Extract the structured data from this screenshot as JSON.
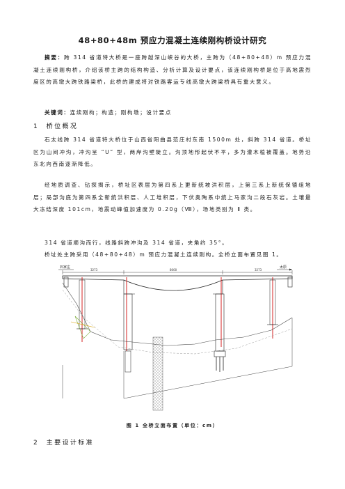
{
  "title": "48+80+48m 预应力混凝土连续刚构桥设计研究",
  "abstract": {
    "label": "摘要：",
    "text": "跨 314 省道特大桥是一座跨越深山峡谷的大桥，主跨为（48+80+48）m 预应力混凝土连续刚构桥，介绍该桥主跨的结构构造、分析计算及设计要点，该连续刚构桥是位于高地震烈度区的高墩大跨铁路梁桥，此桥的建成将对铁路客运专线高墩大跨梁桥具有重大意义。"
  },
  "keywords": {
    "label": "关键词：",
    "text": "连续刚构；构造；刚构墩；设计要点"
  },
  "section1": {
    "number": "1",
    "heading": "桥位概况",
    "p1": "石太线跨 314 省道特大桥位于山西省阳曲县范庄村东南 1500m 处，斜跨 314 省道。桥址区为山间冲沟，冲沟呈 “U” 型，两岸沟壁陡立。沟顶地形起伏不平，多为灌木植被覆盖。地势沿东北向西南逐渐降低。",
    "p2": "经地质调查、钻探揭示，桥址区表层为第四系上更新统坡洪积层，上第三系上新统保德组地层；局部沟底为第四系全新统洪积层、人工堆积层，下伏奥陶系中统上马家沟二段石灰岩。土壤最大冻结深度 101cm，地震动峰值加速度为 0.20g（Ⅷ），场地类别为 Ⅱ 类。",
    "p3": "314 省道顺沟而行，线路斜跨冲沟及 314 省道，夹角约 35°。",
    "p4": "桥址处主跨采用（48+80+48）m 预应力混凝土连续刚构。全桥立面布置见图 1。"
  },
  "figure": {
    "caption": "图 1  全桥立面布置（单位：cm）",
    "label_left": "石家庄",
    "label_right": "太原",
    "dim_left": "3273",
    "dim_mid": "8000",
    "dim_right": "3273"
  },
  "section2": {
    "number": "2",
    "heading": "主要设计标准"
  }
}
